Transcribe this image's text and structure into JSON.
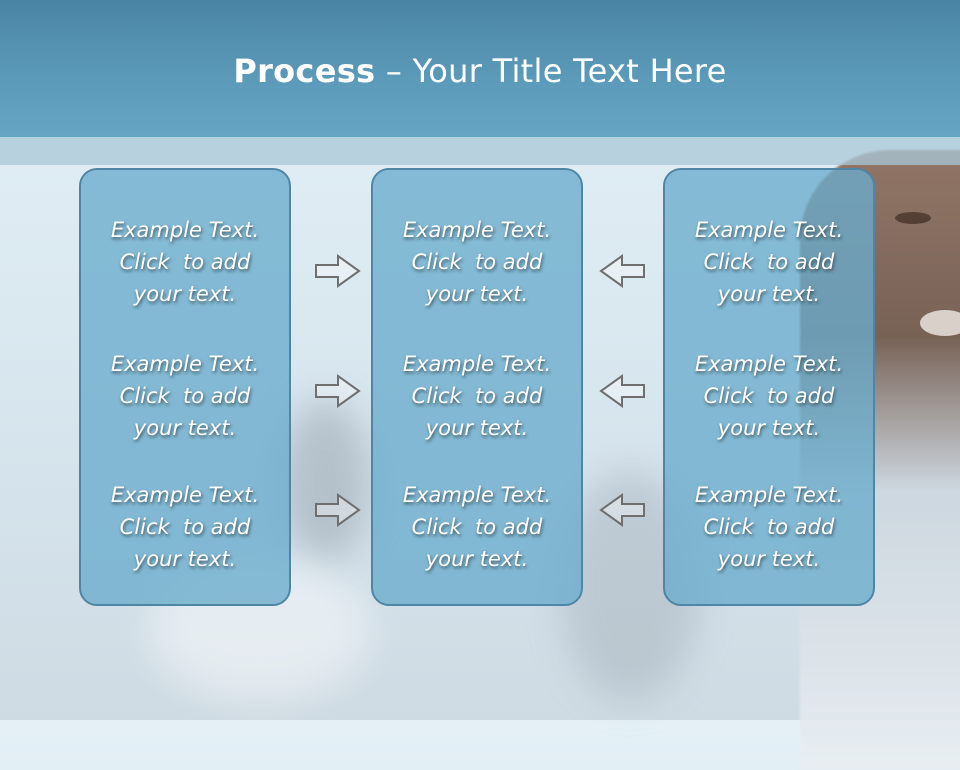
{
  "slide": {
    "title_bold": "Process",
    "title_rest": " – Your Title Text Here"
  },
  "columns": [
    {
      "items": [
        {
          "l1": "Example Text.",
          "l2": "Click  to add",
          "l3": "your text."
        },
        {
          "l1": "Example Text.",
          "l2": "Click  to add",
          "l3": "your text."
        },
        {
          "l1": "Example Text.",
          "l2": "Click  to add",
          "l3": "your text."
        }
      ]
    },
    {
      "items": [
        {
          "l1": "Example Text.",
          "l2": "Click  to add",
          "l3": "your text."
        },
        {
          "l1": "Example Text.",
          "l2": "Click  to add",
          "l3": "your text."
        },
        {
          "l1": "Example Text.",
          "l2": "Click  to add",
          "l3": "your text."
        }
      ]
    },
    {
      "items": [
        {
          "l1": "Example Text.",
          "l2": "Click  to add",
          "l3": "your text."
        },
        {
          "l1": "Example Text.",
          "l2": "Click  to add",
          "l3": "your text."
        },
        {
          "l1": "Example Text.",
          "l2": "Click  to add",
          "l3": "your text."
        }
      ]
    }
  ],
  "arrows": {
    "left_group": "right-arrow-icon",
    "right_group": "left-arrow-icon"
  },
  "colors": {
    "header": "#5b99b9",
    "box_fill": "#6aaccc",
    "box_border": "#4f86a6",
    "text": "#ffffff"
  }
}
